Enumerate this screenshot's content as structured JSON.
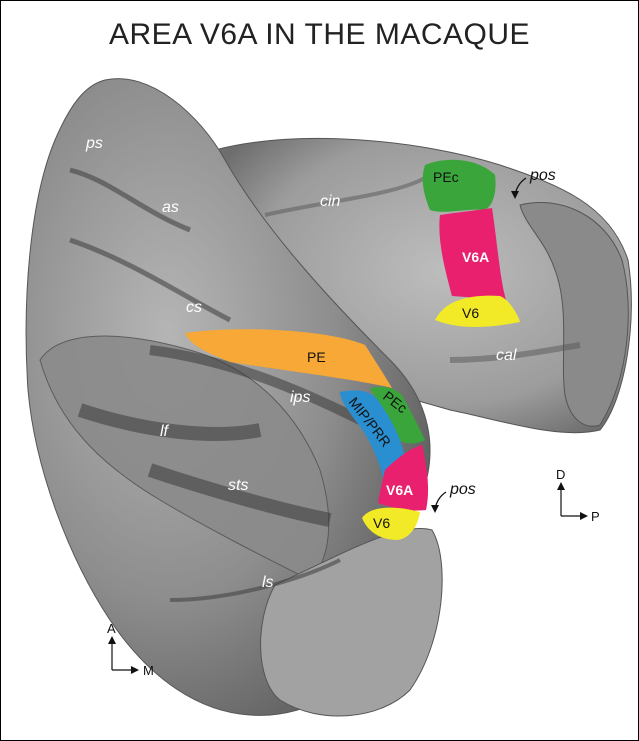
{
  "title": "AREA V6A IN THE MACAQUE",
  "colors": {
    "PE": "#f7a836",
    "PEc": "#3aa53a",
    "V6A": "#e8206e",
    "V6": "#f2ea26",
    "MIP_PRR": "#2a8fd0",
    "cortex": "#9a9a9a"
  },
  "sulci": {
    "ps": "ps",
    "as": "as",
    "cs": "cs",
    "ips": "ips",
    "lf": "lf",
    "sts": "sts",
    "ls": "ls",
    "cin": "cin",
    "cal": "cal",
    "pos_top": "pos",
    "pos_bottom": "pos"
  },
  "areas": {
    "pe": "PE",
    "pec_top": "PEc",
    "v6a_top": "V6A",
    "v6_top": "V6",
    "pec_bottom": "PEc",
    "mip_prr": "MIP/PRR",
    "v6a_bottom": "V6A",
    "v6_bottom": "V6"
  },
  "orientation_medial": {
    "up": "D",
    "right": "P"
  },
  "orientation_lateral": {
    "up": "A",
    "right": "M"
  }
}
